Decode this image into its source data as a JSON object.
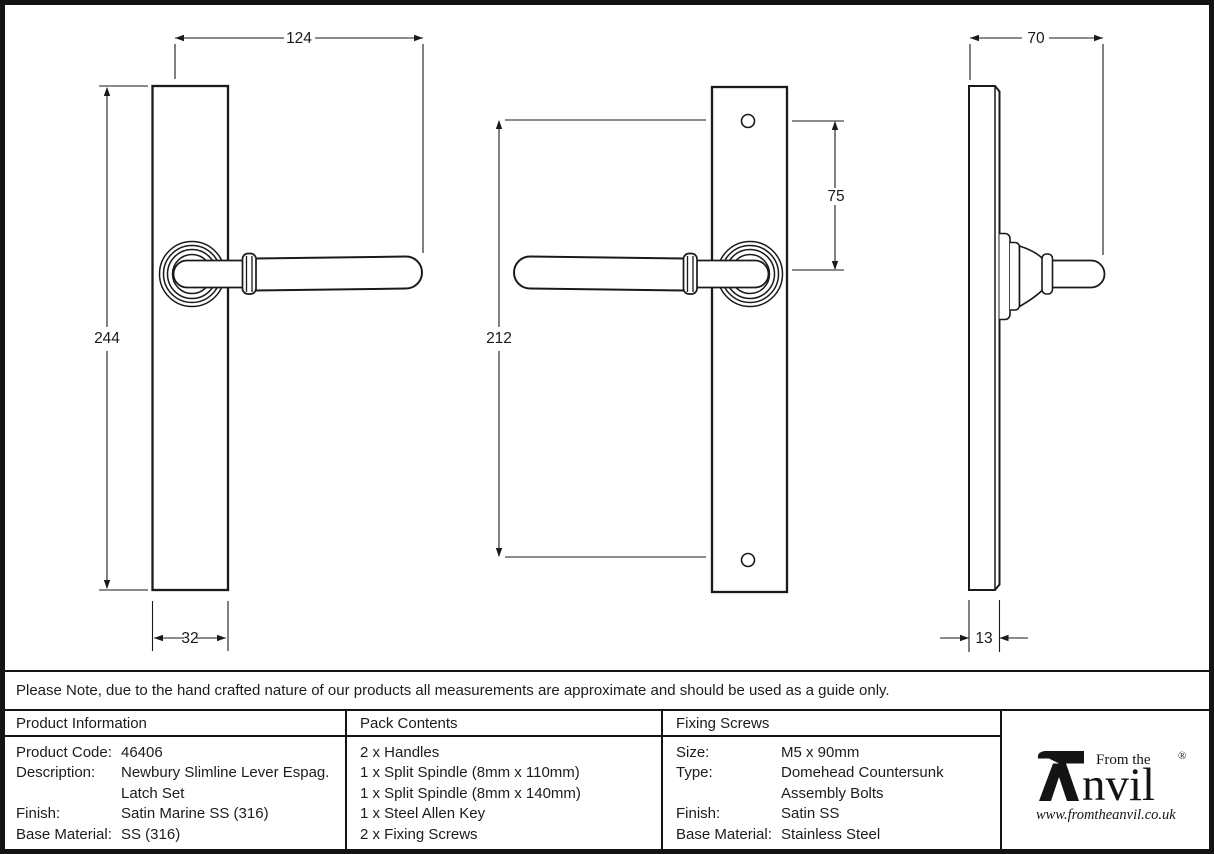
{
  "note": "Please Note, due to the hand crafted nature of our products all measurements are approximate and should be used as a guide only.",
  "dimensions": {
    "front_total_width": "124",
    "front_plate_height": "244",
    "front_plate_width": "32",
    "back_screw_spacing": "212",
    "screw_to_handle_centre": "75",
    "side_projection": "70",
    "side_plate_thickness": "13"
  },
  "table": {
    "product_information": {
      "header": "Product Information",
      "rows": [
        {
          "label": "Product Code:",
          "value": "46406"
        },
        {
          "label": "Description:",
          "value": "Newbury Slimline Lever Espag."
        },
        {
          "label": "",
          "value": "Latch Set"
        },
        {
          "label": "Finish:",
          "value": "Satin Marine SS (316)"
        },
        {
          "label": "Base Material:",
          "value": "SS (316)"
        }
      ]
    },
    "pack_contents": {
      "header": "Pack Contents",
      "items": [
        "2 x Handles",
        "1 x Split Spindle (8mm x 110mm)",
        "1 x Split Spindle (8mm x 140mm)",
        "1 x Steel Allen Key",
        "2 x Fixing Screws"
      ]
    },
    "fixing_screws": {
      "header": "Fixing Screws",
      "rows": [
        {
          "label": "Size:",
          "value": "M5 x 90mm"
        },
        {
          "label": "Type:",
          "value": "Domehead Countersunk"
        },
        {
          "label": "",
          "value": "Assembly Bolts"
        },
        {
          "label": "Finish:",
          "value": "Satin SS"
        },
        {
          "label": "Base Material:",
          "value": "Stainless Steel"
        }
      ]
    }
  },
  "logo": {
    "tagline": "From the",
    "brand_suffix": "nvil",
    "registered": "®",
    "url": "www.fromtheanvil.co.uk"
  },
  "colors": {
    "line": "#1a1a1a",
    "background": "#ffffff"
  }
}
